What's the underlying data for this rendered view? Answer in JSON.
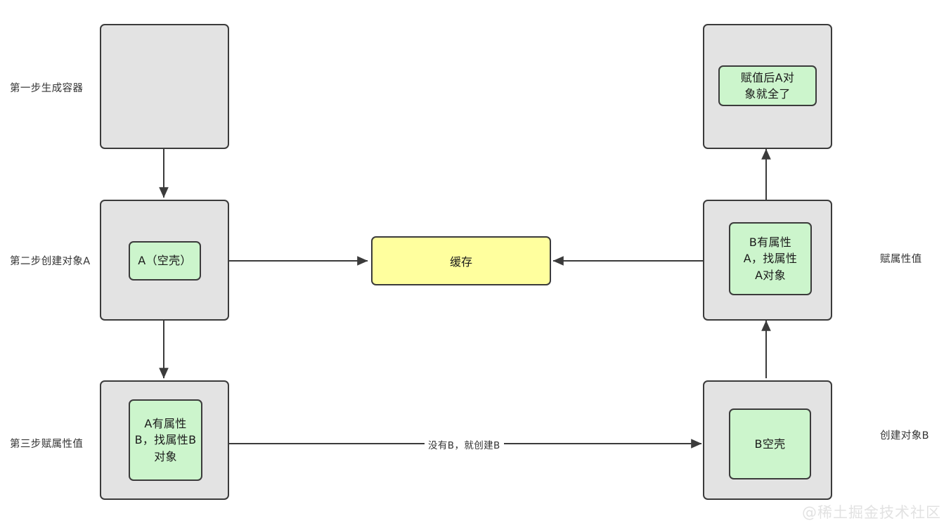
{
  "diagram": {
    "title_watermark": "@稀土掘金技术社区",
    "left_labels": [
      {
        "name": "step-one",
        "text": "第一步生成容器"
      },
      {
        "name": "step-two",
        "text": "第二步创建对象A"
      },
      {
        "name": "step-three",
        "text": "第三步赋属性值"
      }
    ],
    "right_labels": [
      {
        "name": "assign-property-value",
        "text": "赋属性值"
      },
      {
        "name": "create-object-b",
        "text": "创建对象B"
      }
    ],
    "nodes": {
      "container_top_left": {
        "label": ""
      },
      "object_a_shell": {
        "label": "A（空壳）"
      },
      "object_a_has_property_b": {
        "label": "A有属性\nB，找属性B\n对象"
      },
      "cache": {
        "label": "缓存"
      },
      "assigned_a_complete": {
        "label": "赋值后A对\n象就全了"
      },
      "object_b_has_property_a": {
        "label": "B有属性\nA，找属性\nA对象"
      },
      "object_b_shell": {
        "label": "B空壳"
      }
    },
    "edge_labels": [
      {
        "name": "no-b-then-create-b",
        "text": "没有B，就创建B"
      }
    ],
    "colors": {
      "outer_fill": "#e3e3e3",
      "inner_fill": "#ccf5cc",
      "cache_fill": "#ffff9e",
      "stroke": "#3b3b3b",
      "text": "#1a1a1a",
      "watermark": "#e2e2e2"
    }
  }
}
